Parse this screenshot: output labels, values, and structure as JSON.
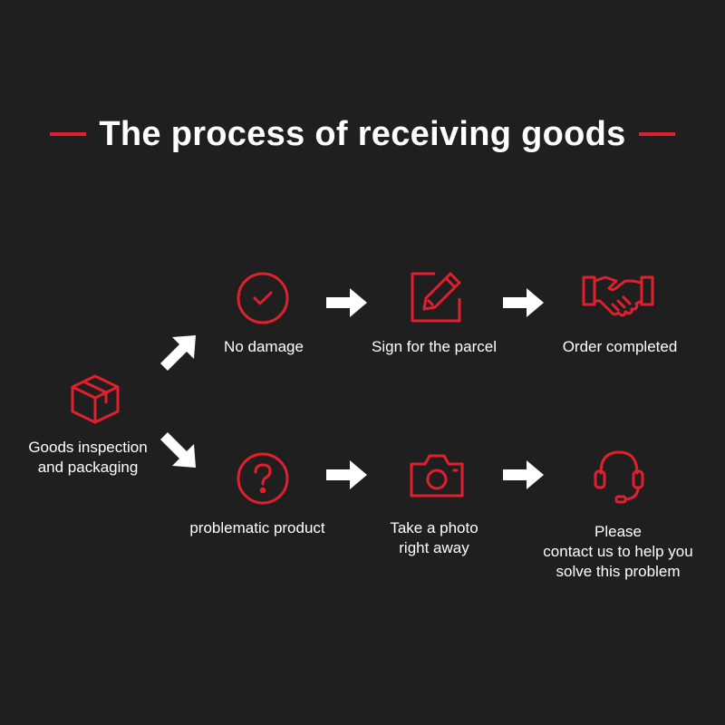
{
  "title": "The process of receiving goods",
  "colors": {
    "accent": "#e0202e",
    "background": "#1f1f1f",
    "text": "#ffffff"
  },
  "start": {
    "label": "Goods inspection\nand packaging",
    "icon": "box-icon"
  },
  "top_row": [
    {
      "label": "No damage",
      "icon": "check-circle-icon"
    },
    {
      "label": "Sign for the parcel",
      "icon": "sign-pen-icon"
    },
    {
      "label": "Order completed",
      "icon": "handshake-icon"
    }
  ],
  "bottom_row": [
    {
      "label": "problematic product",
      "icon": "question-circle-icon"
    },
    {
      "label": "Take a photo\nright away",
      "icon": "camera-icon"
    },
    {
      "label": "Please\ncontact us to help you\nsolve this problem",
      "icon": "headset-icon"
    }
  ]
}
